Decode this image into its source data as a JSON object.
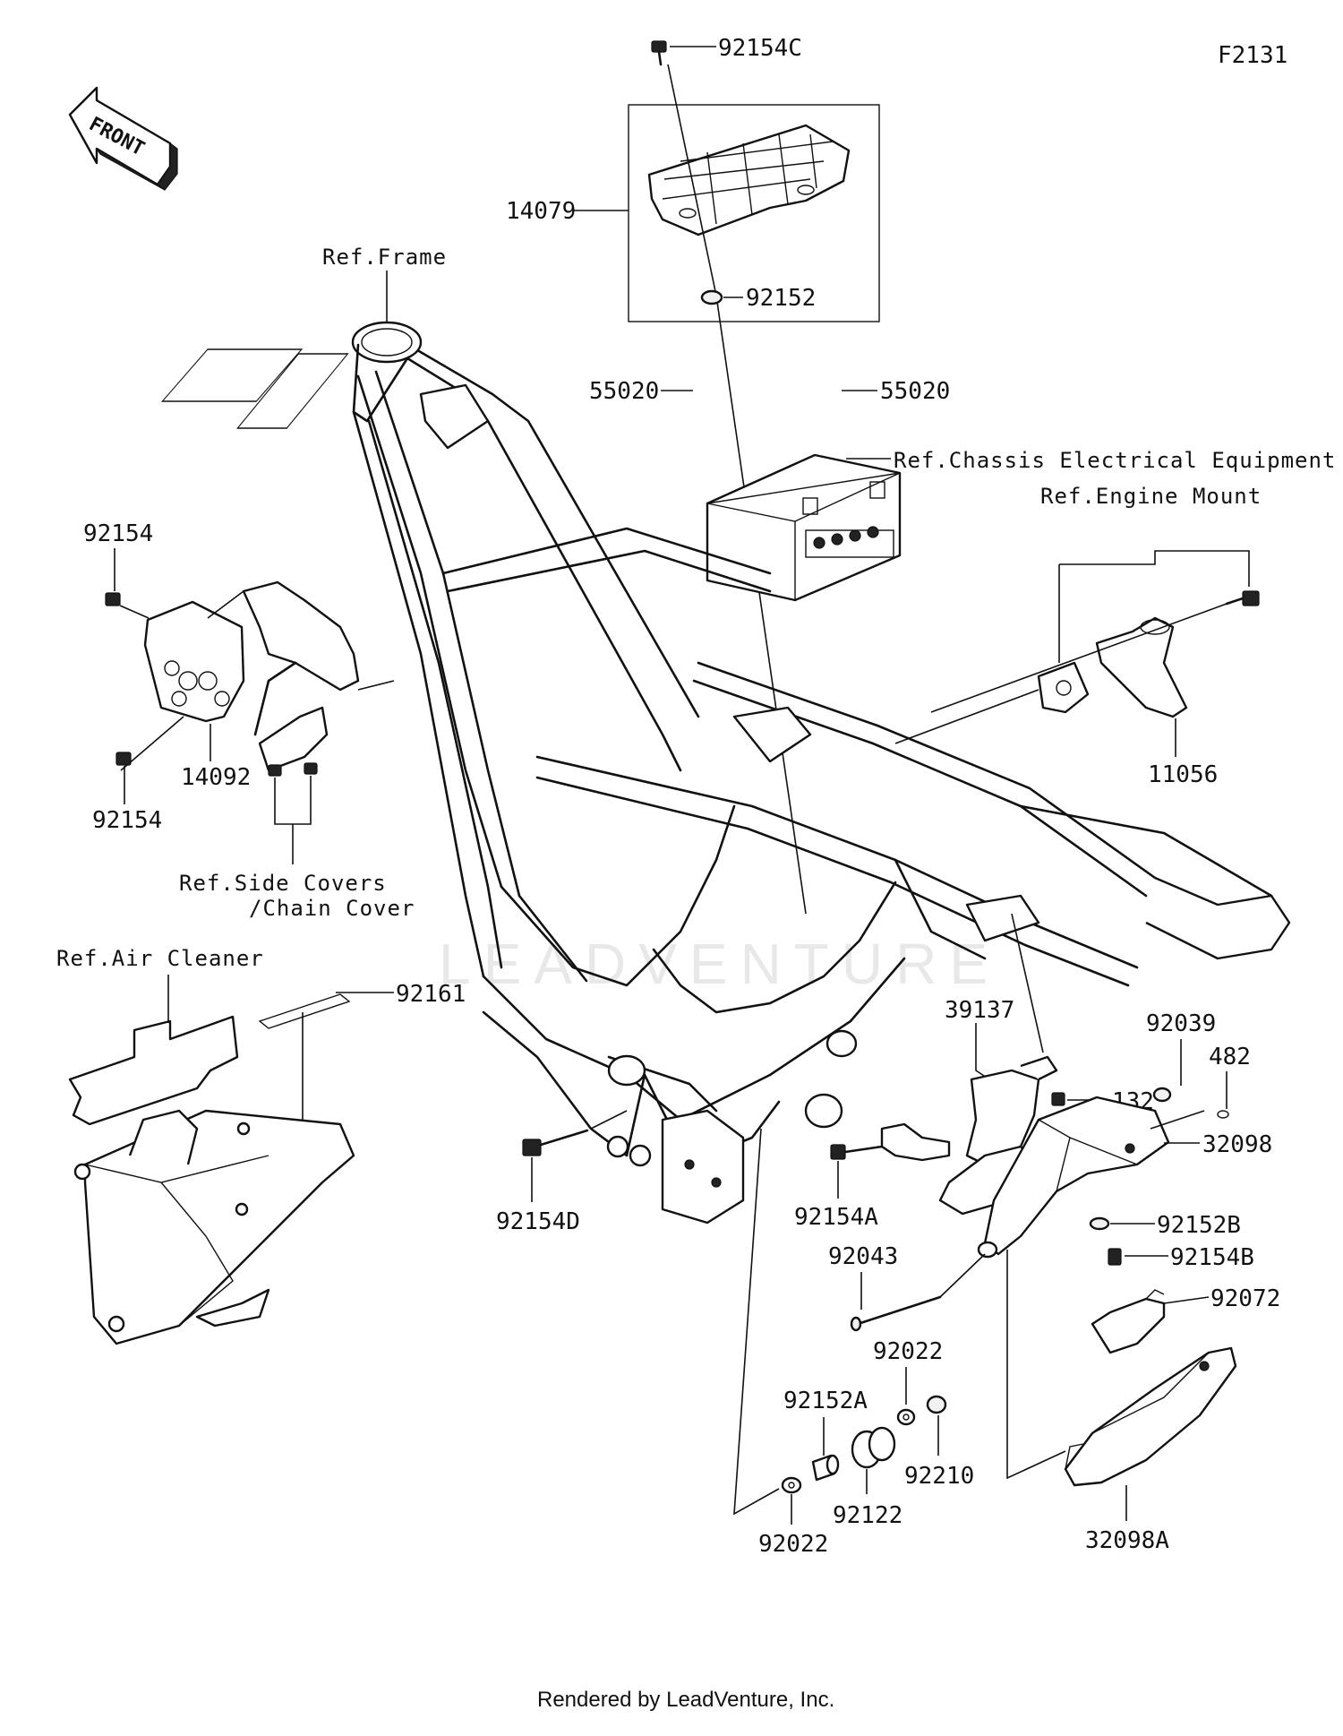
{
  "diagram_code": "F2131",
  "front_arrow": "FRONT",
  "footer": "Rendered by LeadVenture, Inc.",
  "watermark": "LEADVENTURE",
  "references": {
    "frame": "Ref.Frame",
    "chassis_electrical": "Ref.Chassis Electrical Equipment",
    "engine_mount": "Ref.Engine Mount",
    "side_covers_line1": "Ref.Side Covers",
    "side_covers_line2": "/Chain Cover",
    "air_cleaner": "Ref.Air Cleaner"
  },
  "parts": {
    "p92154C": "92154C",
    "p14079": "14079",
    "p92152": "92152",
    "p55020_left": "55020",
    "p55020_right": "55020",
    "p92154_top": "92154",
    "p14092": "14092",
    "p92154_bottom": "92154",
    "p11056": "11056",
    "p92161": "92161",
    "p39137": "39137",
    "p92039": "92039",
    "p482": "482",
    "p132": "132",
    "p32098": "32098",
    "p92154A": "92154A",
    "p92152B": "92152B",
    "p92154B": "92154B",
    "p92043": "92043",
    "p92072": "92072",
    "p92154D": "92154D",
    "p92022_top": "92022",
    "p92152A": "92152A",
    "p92210": "92210",
    "p92122": "92122",
    "p32098A": "32098A",
    "p92022_bottom": "92022"
  }
}
